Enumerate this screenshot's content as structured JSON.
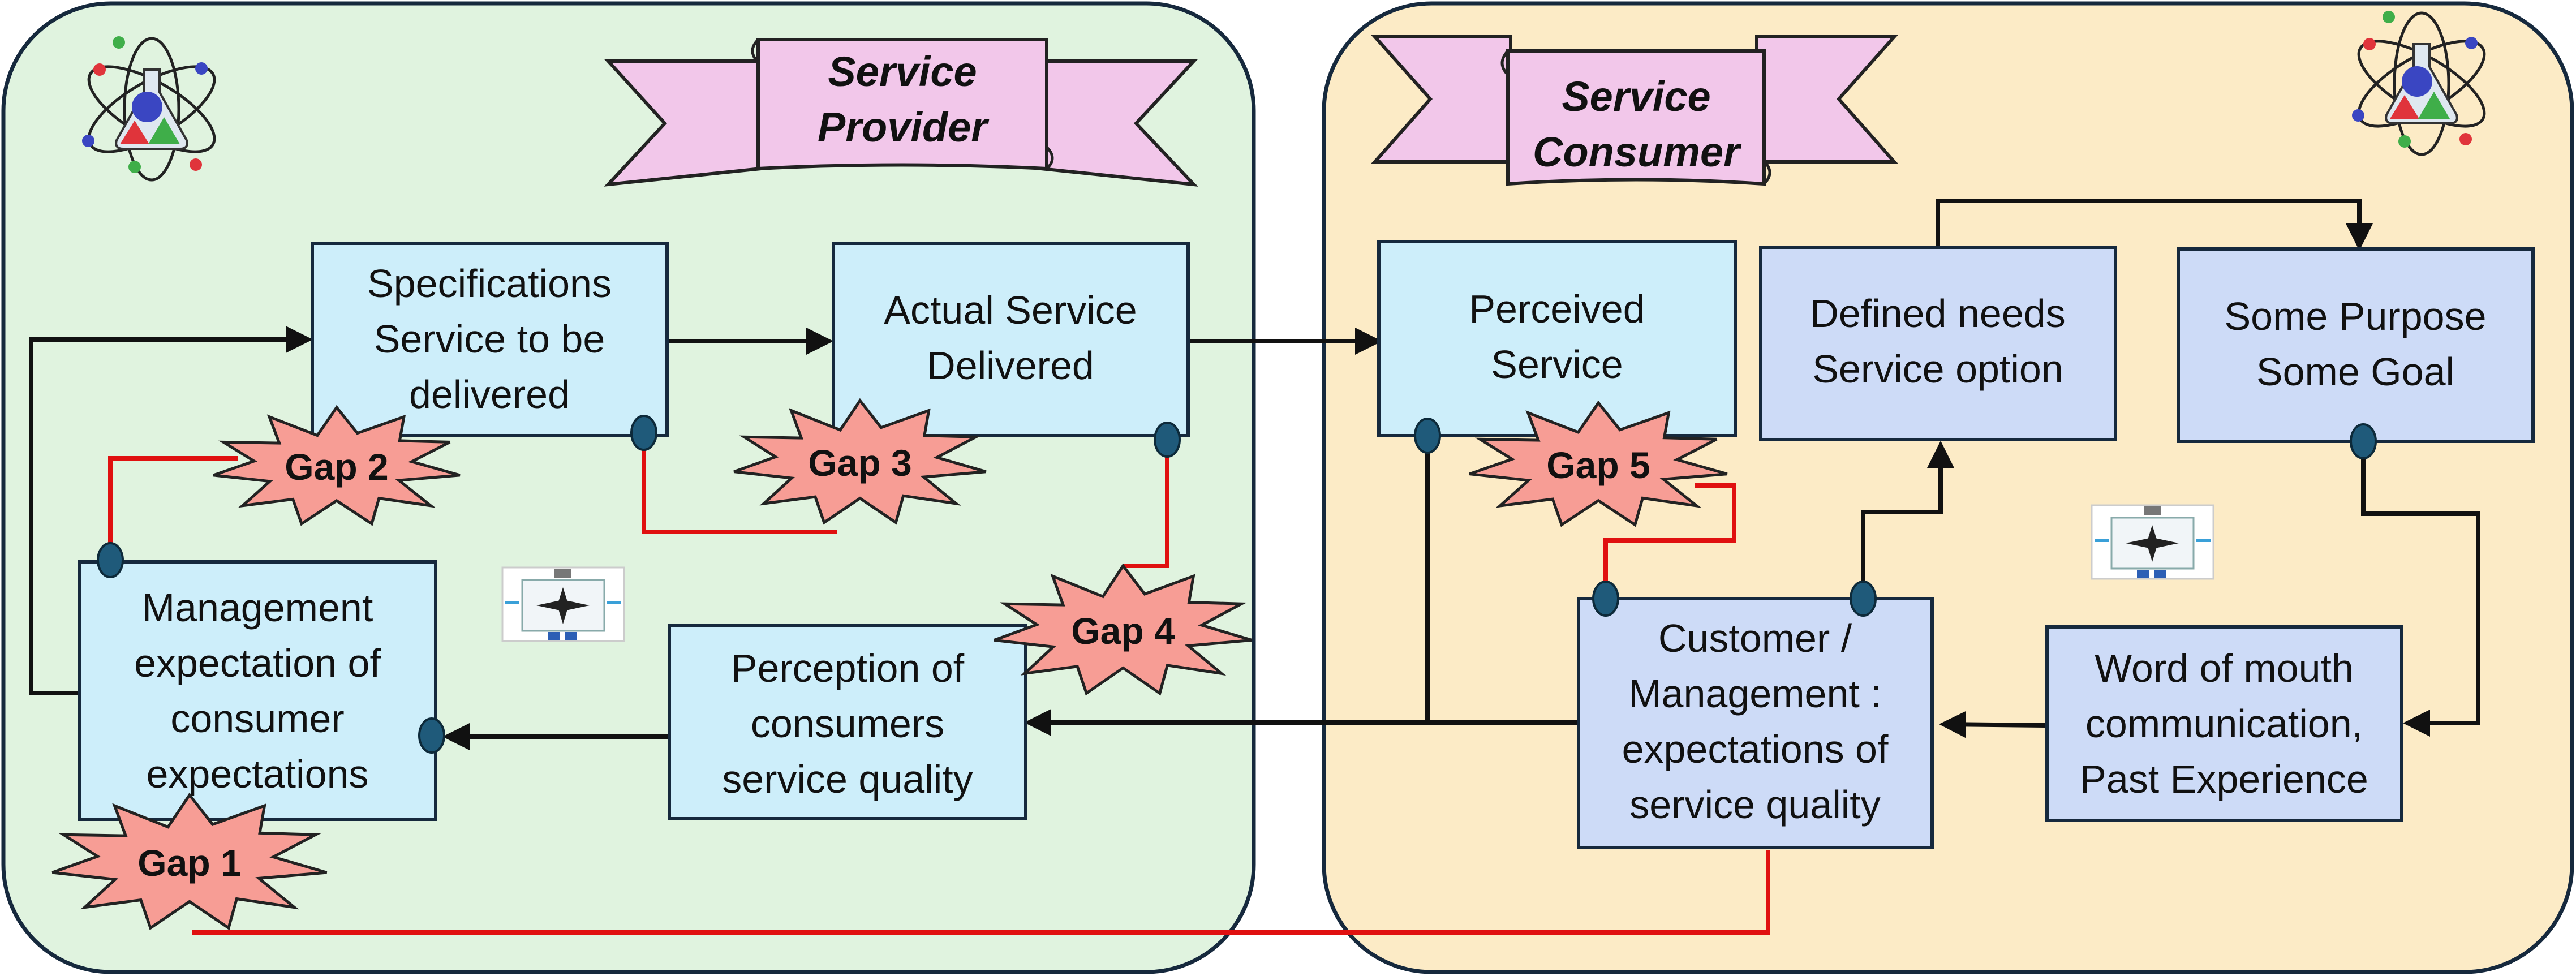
{
  "colors": {
    "provider_panel": "#e0f3df",
    "consumer_panel": "#fcebc6",
    "box_light_blue": "#cdeefa",
    "box_periwinkle": "#cddbf7",
    "banner_pink": "#f2c7ea",
    "gap_star": "#f79d95",
    "gap_line": "#e01010",
    "flow_arrow": "#111111",
    "connector_dot": "#1f5a7a"
  },
  "icons": {
    "corner_logo": "atom-flask-icon",
    "thumbnail": "diagram-thumbnail-icon"
  },
  "banners": {
    "provider": [
      "Service",
      "Provider"
    ],
    "consumer": [
      "Service",
      "Consumer"
    ]
  },
  "boxes": {
    "specifications": [
      "Specifications",
      "Service to be",
      "delivered"
    ],
    "actual_service": [
      "Actual Service",
      "Delivered"
    ],
    "management_expectation": [
      "Management",
      "expectation of",
      "consumer",
      "expectations"
    ],
    "perception_quality": [
      "Perception of",
      "consumers",
      "service quality"
    ],
    "perceived_service": [
      "Perceived",
      "Service"
    ],
    "defined_needs": [
      "Defined needs",
      "Service  option"
    ],
    "purpose_goal": [
      "Some Purpose",
      "Some Goal"
    ],
    "customer_management": [
      "Customer /",
      "Management :",
      "expectations of",
      "service quality"
    ],
    "word_of_mouth": [
      "Word of mouth",
      "communication,",
      "Past Experience"
    ]
  },
  "gaps": {
    "gap1": "Gap 1",
    "gap2": "Gap 2",
    "gap3": "Gap 3",
    "gap4": "Gap 4",
    "gap5": "Gap 5"
  }
}
